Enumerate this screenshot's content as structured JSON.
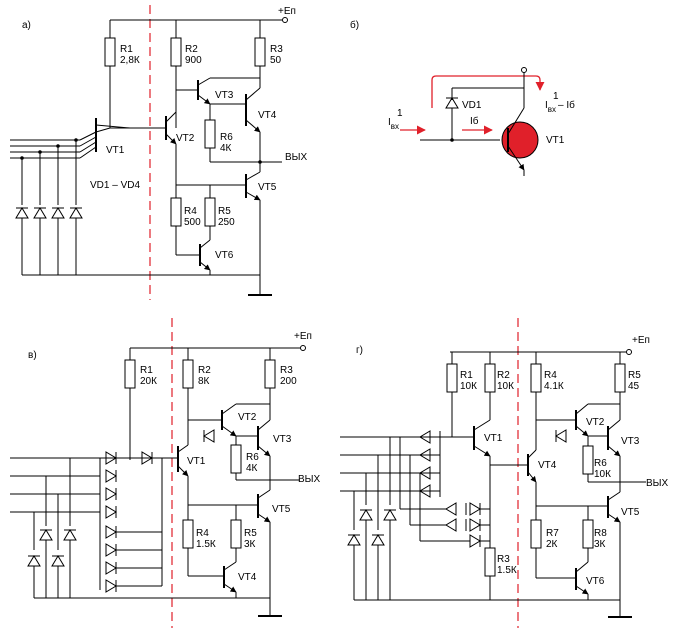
{
  "colors": {
    "wire": "#000000",
    "divider": "#e0202a",
    "accent": "#e0202a",
    "background": "#ffffff"
  },
  "panels": {
    "a": {
      "label": "а)",
      "supply": "+Еп",
      "output": "ВЫХ",
      "resistors": [
        {
          "name": "R1",
          "value": "2,8К"
        },
        {
          "name": "R2",
          "value": "900"
        },
        {
          "name": "R3",
          "value": "50"
        },
        {
          "name": "R6",
          "value": "4К"
        },
        {
          "name": "R4",
          "value": "500"
        },
        {
          "name": "R5",
          "value": "250"
        }
      ],
      "transistors": [
        "VT1",
        "VT2",
        "VT3",
        "VT4",
        "VT5",
        "VT6"
      ],
      "diodes_label": "VD1 – VD4"
    },
    "b": {
      "label": "б)",
      "diode": "VD1",
      "transistor": "VT1",
      "current_in": "I",
      "current_in_sup": "1",
      "current_in_sub": "вх",
      "current_base": "Iб",
      "current_out": "I",
      "current_out_sup": "1",
      "current_out_sub": "вх",
      "current_out_suffix": "– Iб"
    },
    "c": {
      "label": "в)",
      "supply": "+Еп",
      "output": "ВЫХ",
      "resistors": [
        {
          "name": "R1",
          "value": "20К"
        },
        {
          "name": "R2",
          "value": "8К"
        },
        {
          "name": "R3",
          "value": "200"
        },
        {
          "name": "R6",
          "value": "4К"
        },
        {
          "name": "R4",
          "value": "1.5К"
        },
        {
          "name": "R5",
          "value": "3К"
        }
      ],
      "transistors": [
        "VT1",
        "VT2",
        "VT3",
        "VT4",
        "VT5"
      ]
    },
    "d": {
      "label": "г)",
      "supply": "+Еп",
      "output": "ВЫХ",
      "resistors": [
        {
          "name": "R1",
          "value": "10К"
        },
        {
          "name": "R2",
          "value": "10К"
        },
        {
          "name": "R4",
          "value": "4.1К"
        },
        {
          "name": "R5",
          "value": "45"
        },
        {
          "name": "R6",
          "value": "10К"
        },
        {
          "name": "R7",
          "value": "2К"
        },
        {
          "name": "R8",
          "value": "3К"
        },
        {
          "name": "R3",
          "value": "1.5К"
        }
      ],
      "transistors": [
        "VT1",
        "VT2",
        "VT3",
        "VT4",
        "VT5",
        "VT6"
      ]
    }
  }
}
